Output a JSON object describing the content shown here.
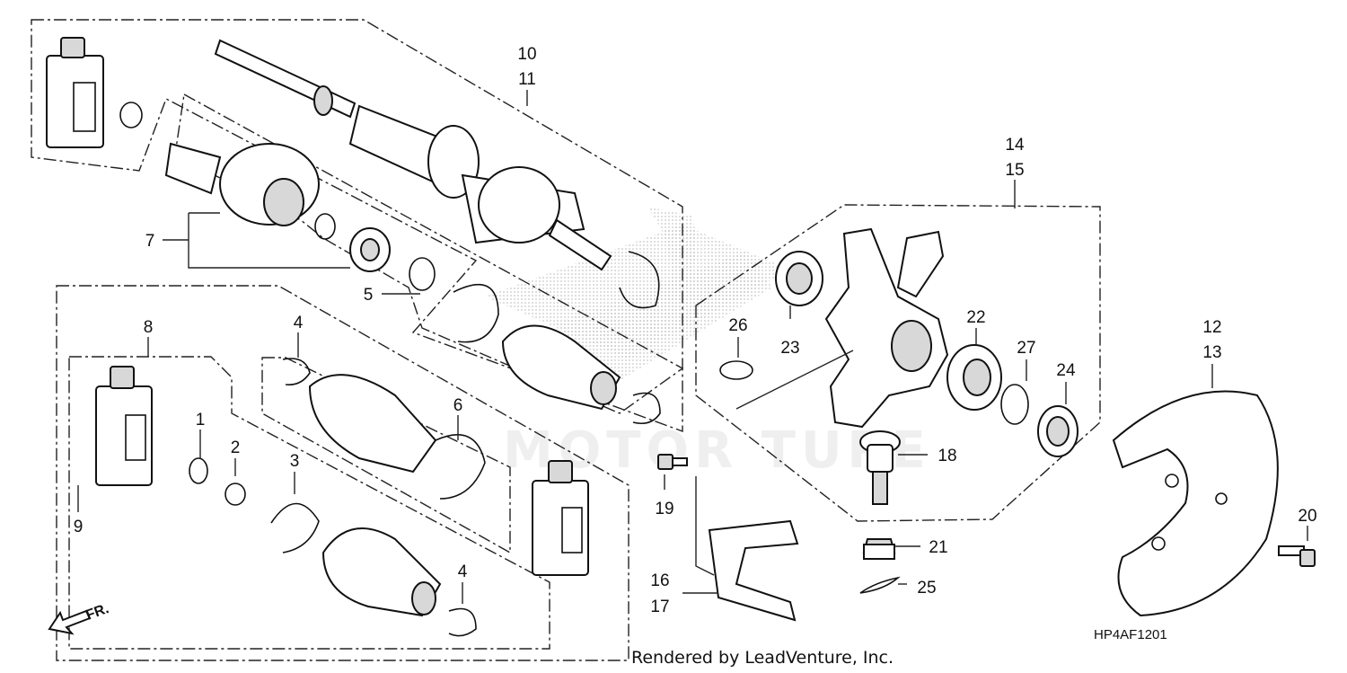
{
  "diagram": {
    "callouts": {
      "c1": "1",
      "c2": "2",
      "c3": "3",
      "c4a": "4",
      "c4b": "4",
      "c5": "5",
      "c6": "6",
      "c7": "7",
      "c8": "8",
      "c9": "9",
      "c10": "10",
      "c11": "11",
      "c12": "12",
      "c13": "13",
      "c14": "14",
      "c15": "15",
      "c16": "16",
      "c17": "17",
      "c18": "18",
      "c19": "19",
      "c20": "20",
      "c21": "21",
      "c22": "22",
      "c23": "23",
      "c24": "24",
      "c25": "25",
      "c26": "26",
      "c27": "27"
    },
    "diagram_code": "HP4AF1201",
    "front_marker": "FR.",
    "credit": "Rendered by LeadVenture, Inc."
  }
}
